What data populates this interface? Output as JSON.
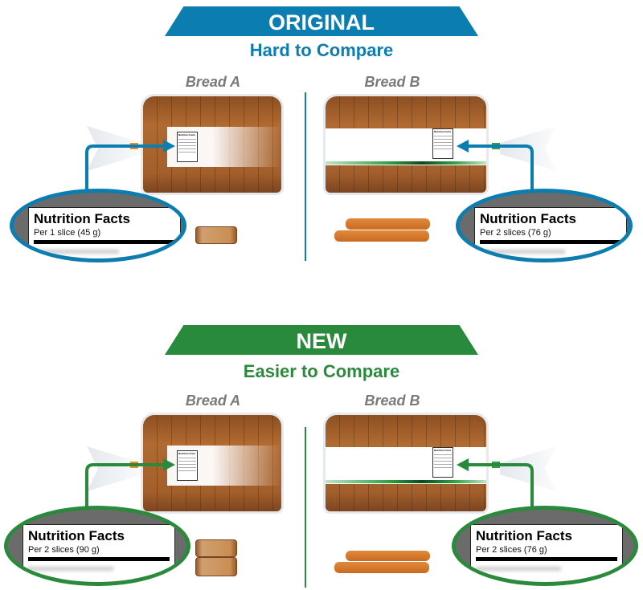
{
  "colors": {
    "original": "#0b7db0",
    "new": "#2a8a3c"
  },
  "original": {
    "banner": "ORIGINAL",
    "subtitle": "Hard to Compare",
    "bread_a": {
      "label": "Bread A",
      "label_mini": "Nutrition Facts",
      "nf_title": "Nutrition Facts",
      "serving": "Per 1 slice (45 g)"
    },
    "bread_b": {
      "label": "Bread B",
      "label_mini": "Nutrition Facts",
      "nf_title": "Nutrition Facts",
      "serving": "Per 2 slices (76 g)"
    }
  },
  "new": {
    "banner": "NEW",
    "subtitle": "Easier to Compare",
    "bread_a": {
      "label": "Bread A",
      "label_mini": "Nutrition Facts",
      "nf_title": "Nutrition Facts",
      "serving": "Per 2 slices (90 g)"
    },
    "bread_b": {
      "label": "Bread B",
      "label_mini": "Nutrition Facts",
      "nf_title": "Nutrition Facts",
      "serving": "Per 2 slices (76 g)"
    }
  }
}
